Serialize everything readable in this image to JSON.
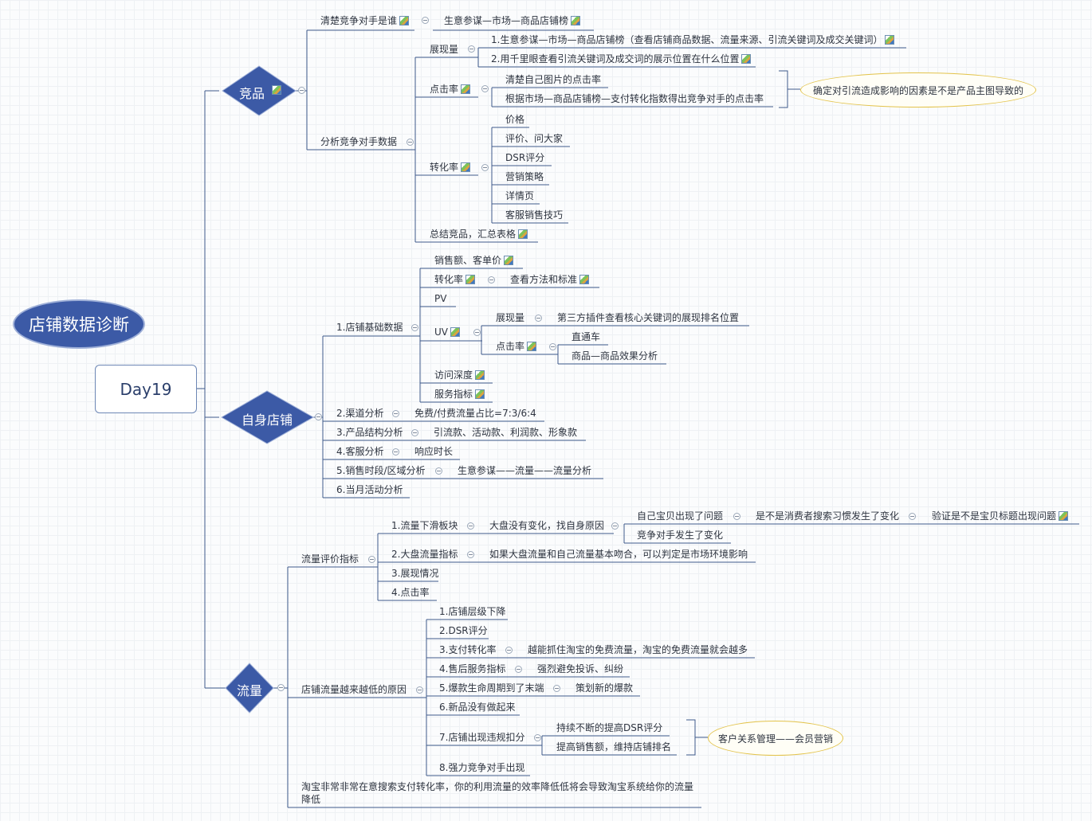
{
  "root": {
    "title": "店铺数据诊断"
  },
  "day_node": {
    "label": "Day19"
  },
  "branches": {
    "jingpin": {
      "label": "竞品",
      "n1": "清楚竞争对手是谁",
      "n1a": "生意参谋—市场—商品店铺榜",
      "n2": "分析竞争对手数据",
      "zhanxian": "展现量",
      "zhanxian_1": "1.生意参谋—市场—商品店铺榜（查看店铺商品数据、流量来源、引流关键词及成交关键词）",
      "zhanxian_2": "2.用千里眼查看引流关键词及成交词的展示位置在什么位置",
      "dianji": "点击率",
      "dianji_1": "清楚自己图片的点击率",
      "dianji_2": "根据市场—商品店铺榜—支付转化指数得出竞争对手的点击率",
      "dianji_note": "确定对引流造成影响的因素是不是产品主图导致的",
      "zhuanhua": "转化率",
      "zhuanhua_items": [
        "价格",
        "评价、问大家",
        "DSR评分",
        "营销策略",
        "详情页",
        "客服销售技巧"
      ],
      "zongjie": "总结竞品，汇总表格"
    },
    "zishen": {
      "label": "自身店铺",
      "b1": "1.店铺基础数据",
      "sales": "销售额、客单价",
      "cvr": "转化率",
      "cvr_child": "查看方法和标准",
      "pv": "PV",
      "uv": "UV",
      "uv_zhanxian": "展现量",
      "uv_zhanxian_child": "第三方插件查看核心关键词的展现排名位置",
      "uv_dianji": "点击率",
      "uv_dianji_1": "直通车",
      "uv_dianji_2": "商品—商品效果分析",
      "depth": "访问深度",
      "service": "服务指标",
      "b2": "2.渠道分析",
      "b2_child": "免费/付费流量占比=7:3/6:4",
      "b3": "3.产品结构分析",
      "b3_child": "引流款、活动款、利润款、形象款",
      "b4": "4.客服分析",
      "b4_child": "响应时长",
      "b5": "5.销售时段/区域分析",
      "b5_child": "生意参谋——流量——流量分析",
      "b6": "6.当月活动分析"
    },
    "liuliang": {
      "label": "流量",
      "eval": "流量评价指标",
      "e1": "1.流量下滑板块",
      "e1_child": "大盘没有变化，找自身原因",
      "e1_a": "自己宝贝出现了问题",
      "e1_a1": "是不是消费者搜索习惯发生了变化",
      "e1_a2": "验证是不是宝贝标题出现问题",
      "e1_b": "竞争对手发生了变化",
      "e2": "2.大盘流量指标",
      "e2_child": "如果大盘流量和自己流量基本吻合，可以判定是市场环境影响",
      "e3": "3.展现情况",
      "e4": "4.点击率",
      "reason": "店铺流量越来越低的原因",
      "r1": "1.店铺层级下降",
      "r2": "2.DSR评分",
      "r3": "3.支付转化率",
      "r3_child": "越能抓住淘宝的免费流量，淘宝的免费流量就会越多",
      "r4": "4.售后服务指标",
      "r4_child": "强烈避免投诉、纠纷",
      "r5": "5.爆款生命周期到了末端",
      "r5_child": "策划新的爆款",
      "r6": "6.新品没有做起来",
      "r7": "7.店铺出现违规扣分",
      "r7_a": "持续不断的提高DSR评分",
      "r7_b": "提高销售额，维持店铺排名",
      "r7_note": "客户关系管理——会员营销",
      "r8": "8.强力竞争对手出现",
      "footer_1": "淘宝非常非常在意搜索支付转化率，你的利用流量的效率降低低将会导致淘宝系统给你的流量",
      "footer_2": "降低"
    }
  },
  "colors": {
    "node_fill": "#3c5aa6",
    "line": "#3f5a8c",
    "note_border": "#e3c34a"
  }
}
